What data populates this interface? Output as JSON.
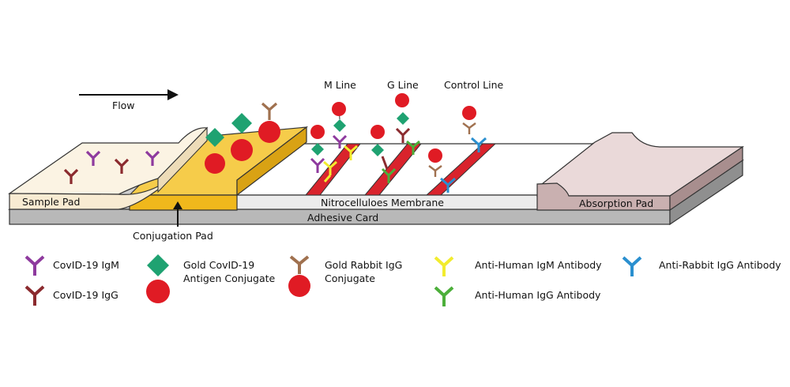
{
  "flow_label": "Flow",
  "line_labels": {
    "m": "M Line",
    "g": "G Line",
    "control": "Control Line"
  },
  "strip_labels": {
    "sample_pad": "Sample Pad",
    "membrane": "Nitrocelluloes Membrane",
    "absorption_pad": "Absorption Pad",
    "adhesive_card": "Adhesive Card",
    "conjugation_pad": "Conjugation Pad"
  },
  "legend": {
    "igm": "CovID-19 IgM",
    "igg": "CovID-19 IgG",
    "gold_antigen_1": "Gold CovID-19",
    "gold_antigen_2": "Antigen Conjugate",
    "gold_rabbit_1": "Gold Rabbit IgG",
    "gold_rabbit_2": "Conjugate",
    "anti_human_igm": "Anti-Human IgM Antibody",
    "anti_human_igg": "Anti-Human IgG Antibody",
    "anti_rabbit_igg": "Anti-Rabbit IgG Antibody"
  },
  "colors": {
    "igm": "#8e3a9e",
    "igg": "#8b2a2e",
    "gold_antigen": "#1fa271",
    "gold_particle": "#e01b24",
    "rabbit_igg": "#a0714f",
    "anti_human_igm": "#f2ec2e",
    "anti_human_igg": "#4caf3a",
    "anti_rabbit_igg": "#2a8fcf",
    "conjugation_pad": "#f0b81c",
    "sample_pad": "#f8ebd2",
    "absorption_pad": "#ead9d9",
    "adhesive_card": "#b8b8b8",
    "test_line": "#d9232c"
  }
}
